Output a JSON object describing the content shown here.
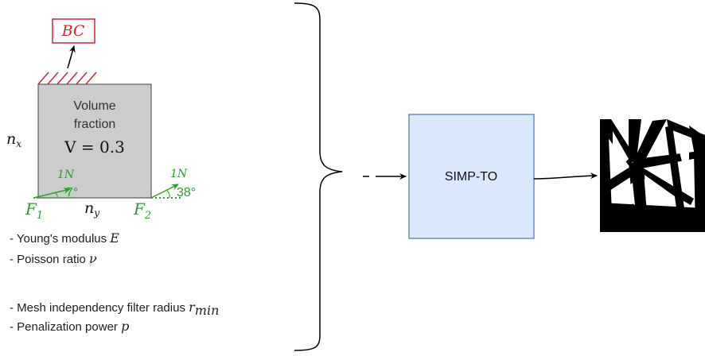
{
  "diagram": {
    "bc_label": "BC",
    "domain_box": {
      "line1": "Volume",
      "line2": "fraction",
      "line3": "V = 0.3"
    },
    "nx_label": "n",
    "nx_sub": "x",
    "ny_label": "n",
    "ny_sub": "y",
    "force1": {
      "name": "F",
      "sub": "1",
      "magnitude": "1N",
      "angle": "7°"
    },
    "force2": {
      "name": "F",
      "sub": "2",
      "magnitude": "1N",
      "angle": "38°"
    },
    "params": [
      {
        "text": "- Young's modulus ",
        "symbol": "E",
        "sub": ""
      },
      {
        "text": "- Poisson ratio ",
        "symbol": "ν",
        "sub": ""
      },
      {
        "text": "- Mesh independency filter radius ",
        "symbol": "r",
        "sub": "min"
      },
      {
        "text": "- Penalization power ",
        "symbol": "p",
        "sub": ""
      }
    ],
    "process_box": "SIMP-TO"
  },
  "colors": {
    "bc": "#d62728",
    "force": "#2ca02c",
    "domain_fill": "#cccccc",
    "process_fill": "#dae8fc",
    "process_stroke": "#6c8ebf"
  }
}
